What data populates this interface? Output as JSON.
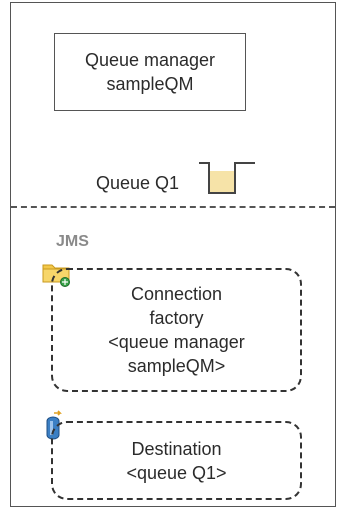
{
  "queue_manager": {
    "line1": "Queue manager",
    "line2": "sampleQM"
  },
  "queue": {
    "label": "Queue Q1",
    "icon": "queue-icon"
  },
  "jms": {
    "label": "JMS",
    "connection_factory": {
      "icon": "folder-factory-icon",
      "lines": [
        "Connection",
        "factory",
        "<queue manager",
        "sampleQM>"
      ]
    },
    "destination": {
      "icon": "destination-icon",
      "lines": [
        "Destination",
        "<queue Q1>"
      ]
    }
  },
  "colors": {
    "border": "#555555",
    "queue_fill": "#f6e3a8",
    "folder_fill": "#f3c84a",
    "jms_label": "#8a8a8a",
    "destination_icon": "#3b7fc4",
    "connector_green": "#3aa34a"
  }
}
